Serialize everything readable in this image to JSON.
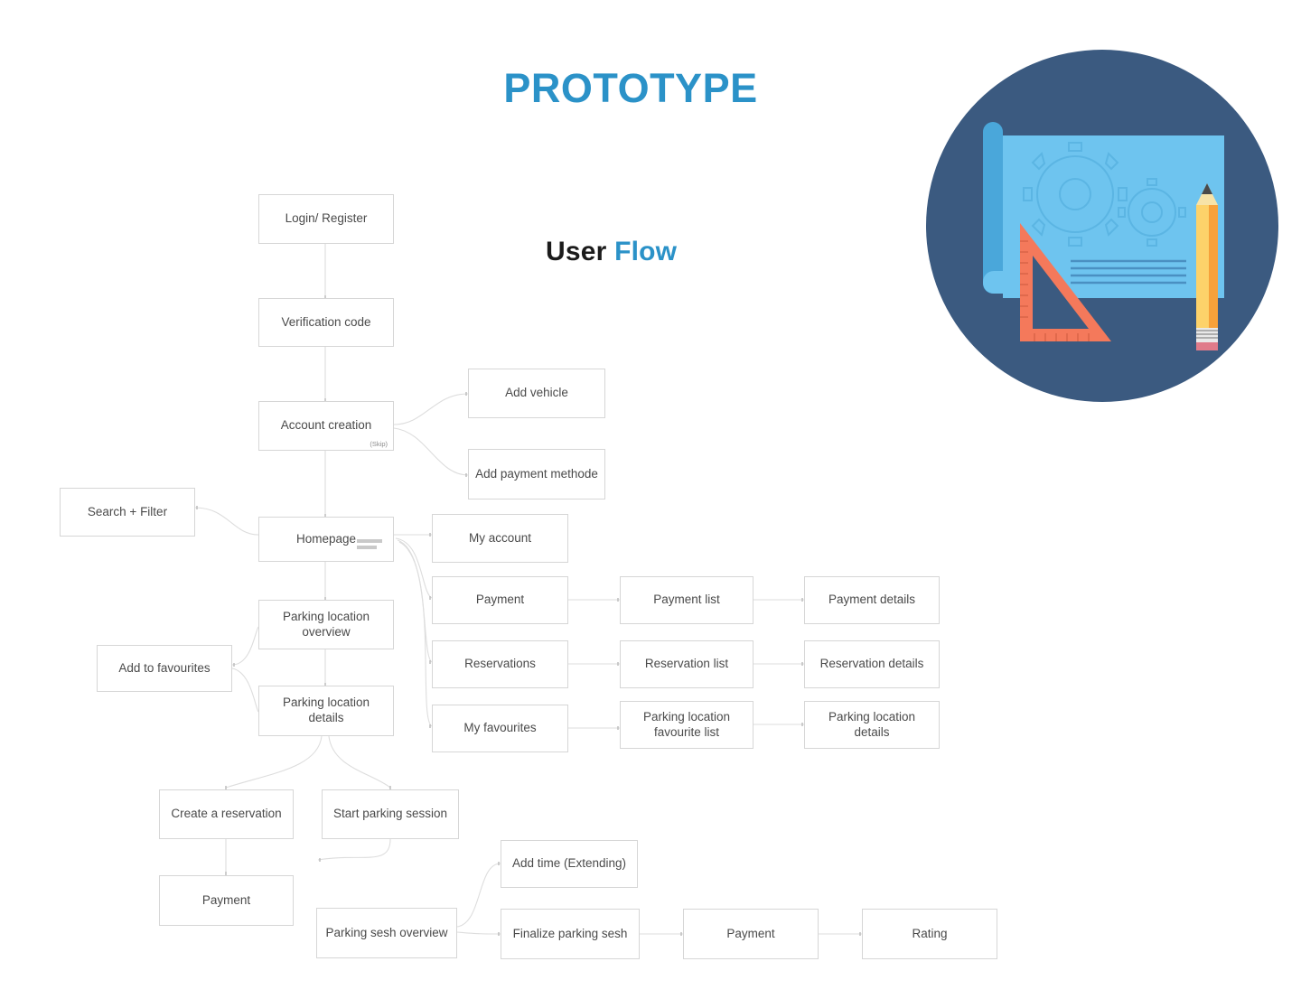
{
  "page": {
    "title": "PROTOTYPE",
    "subtitle_dark": "User",
    "subtitle_blue": "Flow",
    "accent_color": "#2b92c8",
    "subtitle_dark_color": "#1b1b1b",
    "box_border_color": "#d6d6d6",
    "text_color": "#4a4a4a",
    "connector_color": "#dddddd",
    "background": "#ffffff"
  },
  "illustration": {
    "name": "blueprint-design-icon",
    "circle_color": "#3b5a80",
    "sheet_color": "#6ec4ef",
    "roll_color": "#4aa7da",
    "ruler_color": "#f4795b",
    "pencil_body_color": "#fbc košt"
  },
  "flow": {
    "nodes": [
      {
        "id": "login-register",
        "label": "Login/ Register"
      },
      {
        "id": "verification-code",
        "label": "Verification code"
      },
      {
        "id": "account-creation",
        "label": "Account creation",
        "note": "(Skip)"
      },
      {
        "id": "add-vehicle",
        "label": "Add vehicle"
      },
      {
        "id": "add-payment-methode",
        "label": "Add payment methode"
      },
      {
        "id": "search-filter",
        "label": "Search + Filter"
      },
      {
        "id": "homepage",
        "label": "Homepage",
        "icon": "menu-icon"
      },
      {
        "id": "my-account",
        "label": "My account"
      },
      {
        "id": "payment-menu",
        "label": "Payment"
      },
      {
        "id": "payment-list",
        "label": "Payment  list"
      },
      {
        "id": "payment-details",
        "label": "Payment  details"
      },
      {
        "id": "reservations",
        "label": "Reservations"
      },
      {
        "id": "reservation-list",
        "label": "Reservation list"
      },
      {
        "id": "reservation-details",
        "label": "Reservation details"
      },
      {
        "id": "my-favourites",
        "label": "My favourites"
      },
      {
        "id": "parking-location-favourite-list",
        "label": "Parking location favourite list"
      },
      {
        "id": "parking-location-details-fav",
        "label": "Parking location details"
      },
      {
        "id": "parking-location-overview",
        "label": "Parking location overview"
      },
      {
        "id": "add-to-favourites",
        "label": "Add to favourites"
      },
      {
        "id": "parking-location-details",
        "label": "Parking location details"
      },
      {
        "id": "create-a-reservation",
        "label": "Create a reservation"
      },
      {
        "id": "start-parking-session",
        "label": "Start parking session"
      },
      {
        "id": "payment-reservation",
        "label": "Payment"
      },
      {
        "id": "parking-sesh-overview",
        "label": "Parking sesh overview"
      },
      {
        "id": "add-time-extending",
        "label": "Add time (Extending)"
      },
      {
        "id": "finalize-parking-sesh",
        "label": "Finalize parking sesh"
      },
      {
        "id": "payment-session",
        "label": "Payment"
      },
      {
        "id": "rating",
        "label": "Rating"
      }
    ]
  }
}
